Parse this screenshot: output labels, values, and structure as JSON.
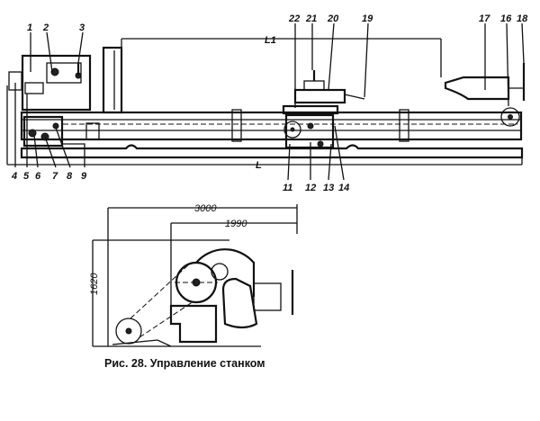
{
  "figure": {
    "top_view": {
      "callouts_top": [
        "1",
        "2",
        "3",
        "22",
        "21",
        "20",
        "19",
        "17",
        "16",
        "18"
      ],
      "callouts_bottom": [
        "4",
        "5",
        "6",
        "7",
        "8",
        "9",
        "11",
        "12",
        "13",
        "14"
      ],
      "dim_L1": "L1",
      "dim_L": "L"
    },
    "side_view": {
      "dim_width": "3000",
      "dim_depth": "1990",
      "dim_height": "1620"
    },
    "caption": "Рис. 28. Управление станком"
  }
}
